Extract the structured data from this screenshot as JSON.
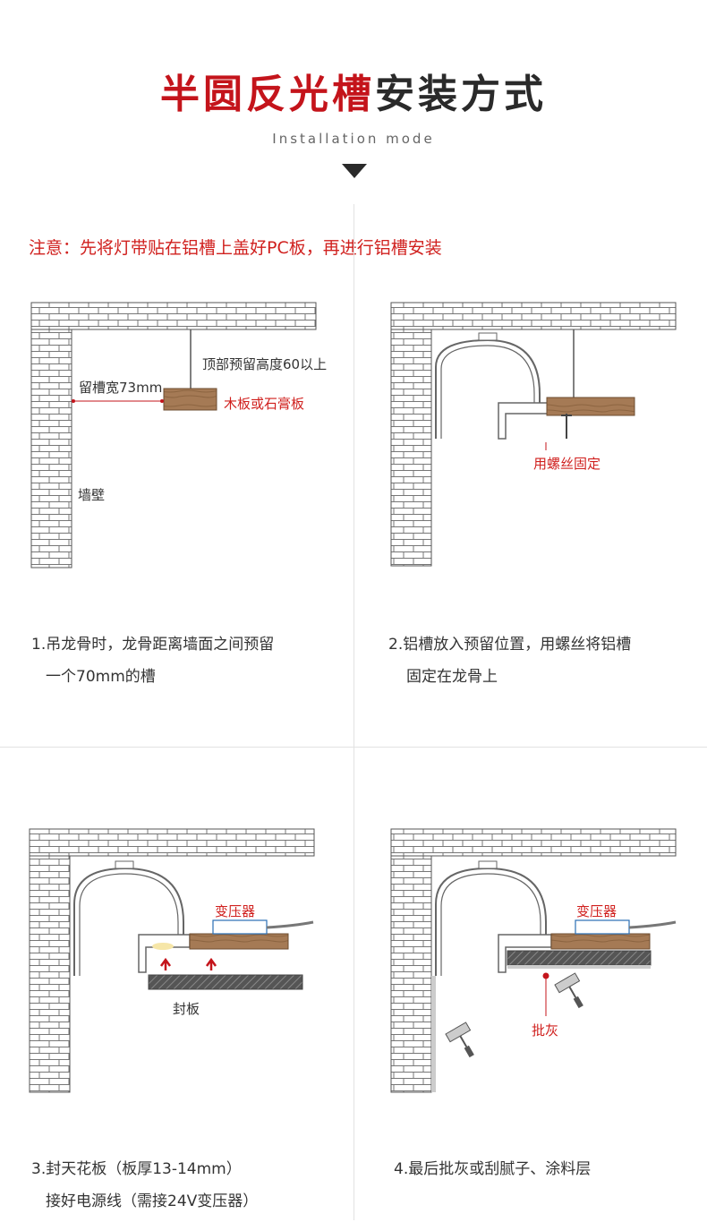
{
  "header": {
    "title_red": "半圆反光槽",
    "title_dark": "安装方式",
    "subtitle": "Installation mode"
  },
  "notice": "注意：先将灯带贴在铝槽上盖好PC板，再进行铝槽安装",
  "steps": [
    {
      "caption_line1": "1.吊龙骨时，龙骨距离墙面之间预留",
      "caption_line2": "一个70mm的槽",
      "labels": {
        "top_reserve": "顶部预留高度60以上",
        "slot_width": "留槽宽73mm",
        "board": "木板或石膏板",
        "wall": "墙壁"
      }
    },
    {
      "caption_line1": "2.铝槽放入预留位置，用螺丝将铝槽",
      "caption_line2": "固定在龙骨上",
      "labels": {
        "screw": "用螺丝固定"
      }
    },
    {
      "caption_line1": "3.封天花板（板厚13-14mm）",
      "caption_line2": "接好电源线（需接24V变压器）",
      "labels": {
        "transformer": "变压器",
        "sealing_board": "封板"
      }
    },
    {
      "caption_line1": "4.最后批灰或刮腻子、涂料层",
      "labels": {
        "transformer": "变压器",
        "putty": "批灰"
      }
    }
  ],
  "colors": {
    "accent_red": "#c4141b",
    "wood": "#a57a55",
    "brick_line": "#666666",
    "board_dark": "#555555"
  }
}
